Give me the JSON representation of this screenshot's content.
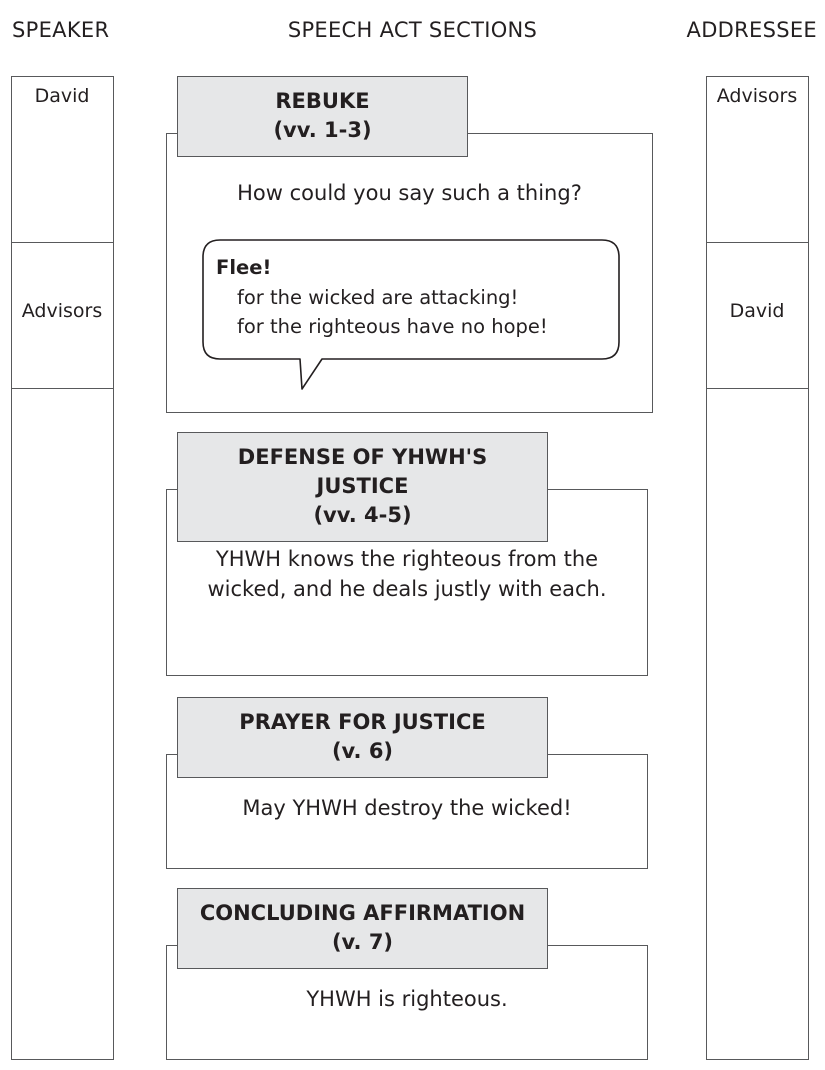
{
  "columns": {
    "speaker": {
      "header": "SPEAKER",
      "cells": [
        {
          "label": "David"
        },
        {
          "label": "Advisors"
        },
        {
          "label": ""
        }
      ]
    },
    "sections_header": "SPEECH ACT SECTIONS",
    "addressee": {
      "header": "ADDRESSEE",
      "cells": [
        {
          "label": "Advisors"
        },
        {
          "label": "David"
        },
        {
          "label": ""
        }
      ]
    }
  },
  "sections": [
    {
      "title": "REBUKE",
      "reference": "(vv. 1-3)",
      "text": "How could you say such a thing?",
      "quote": {
        "lead": "Flee!",
        "lines": [
          "for the wicked are attacking!",
          "for the righteous have no hope!"
        ]
      }
    },
    {
      "title": "DEFENSE OF YHWH'S JUSTICE",
      "reference": "(vv. 4-5)",
      "text": "YHWH knows the righteous from the wicked, and he deals justly with each."
    },
    {
      "title": "PRAYER FOR JUSTICE",
      "reference": "(v. 6)",
      "text": "May YHWH destroy the wicked!"
    },
    {
      "title": "CONCLUDING AFFIRMATION",
      "reference": "(v. 7)",
      "text": "YHWH is righteous."
    }
  ],
  "colors": {
    "header_fill": "#e6e7e8",
    "stroke": "#58595b",
    "text": "#231f20",
    "background": "#ffffff"
  }
}
